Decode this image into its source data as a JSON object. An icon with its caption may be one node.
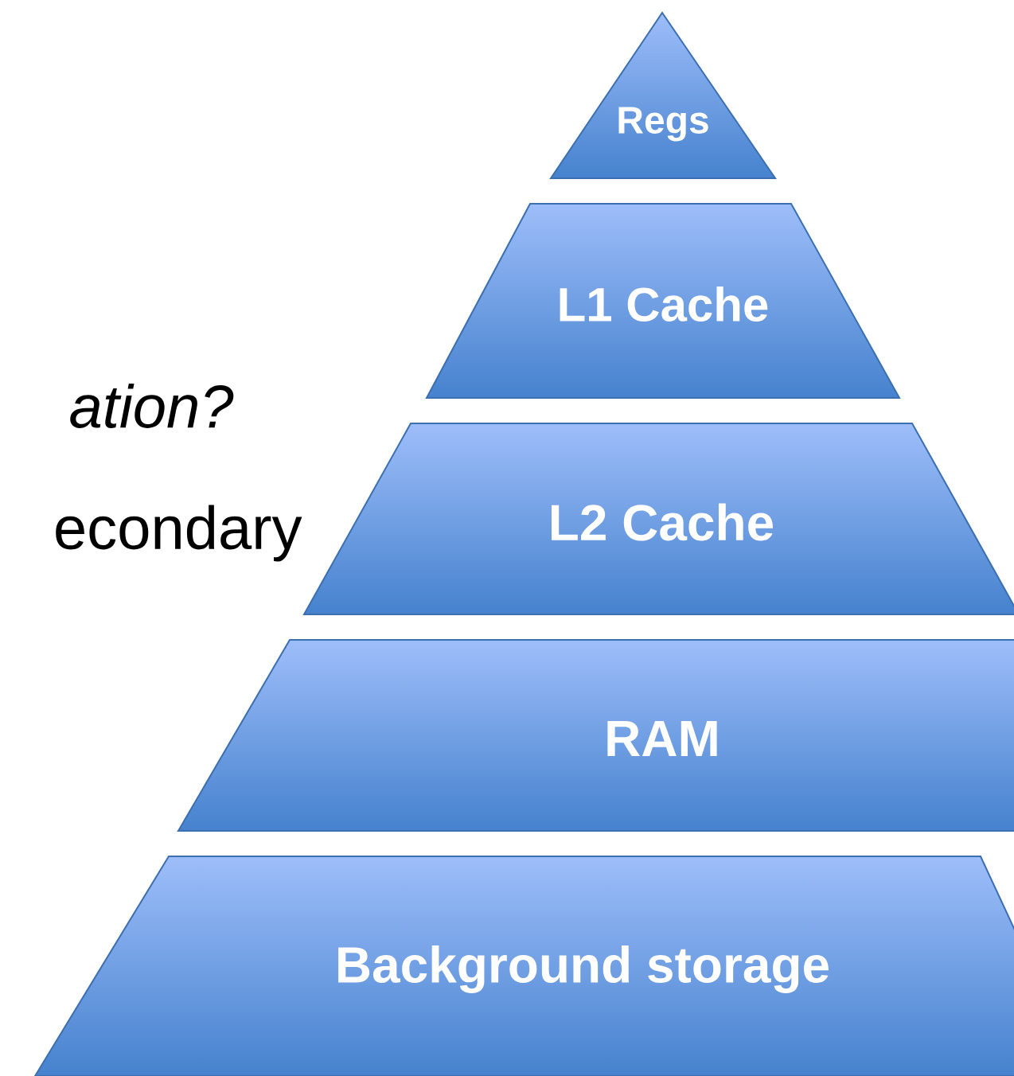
{
  "diagram": {
    "nodes": [
      {
        "text": [
          "Regs"
        ]
      },
      {
        "text": [
          "L1 Cache"
        ]
      },
      {
        "text": [
          "L2 Cache"
        ]
      },
      {
        "text": [
          "RAM"
        ]
      },
      {
        "text": [
          "Background storage"
        ]
      }
    ],
    "labels": [
      "ation?",
      "econdary"
    ]
  }
}
